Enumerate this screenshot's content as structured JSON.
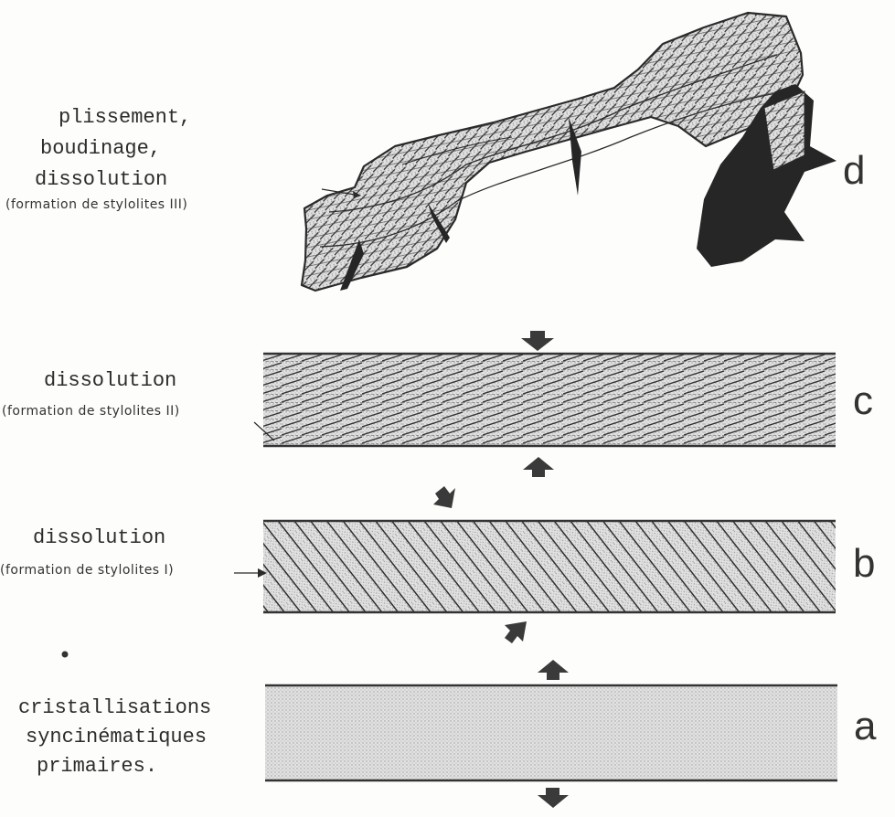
{
  "stages": {
    "d": {
      "letter": "d",
      "lines": [
        "plissement,",
        "boudinage,",
        "dissolution"
      ],
      "note": "(formation de stylolites III)"
    },
    "c": {
      "letter": "c",
      "lines": [
        "dissolution"
      ],
      "note": "(formation de stylolites II)"
    },
    "b": {
      "letter": "b",
      "lines": [
        "dissolution"
      ],
      "note": "(formation de stylolites I)"
    },
    "a": {
      "letter": "a",
      "lines": [
        "cristallisations",
        "syncinématiques",
        "primaires."
      ]
    }
  }
}
